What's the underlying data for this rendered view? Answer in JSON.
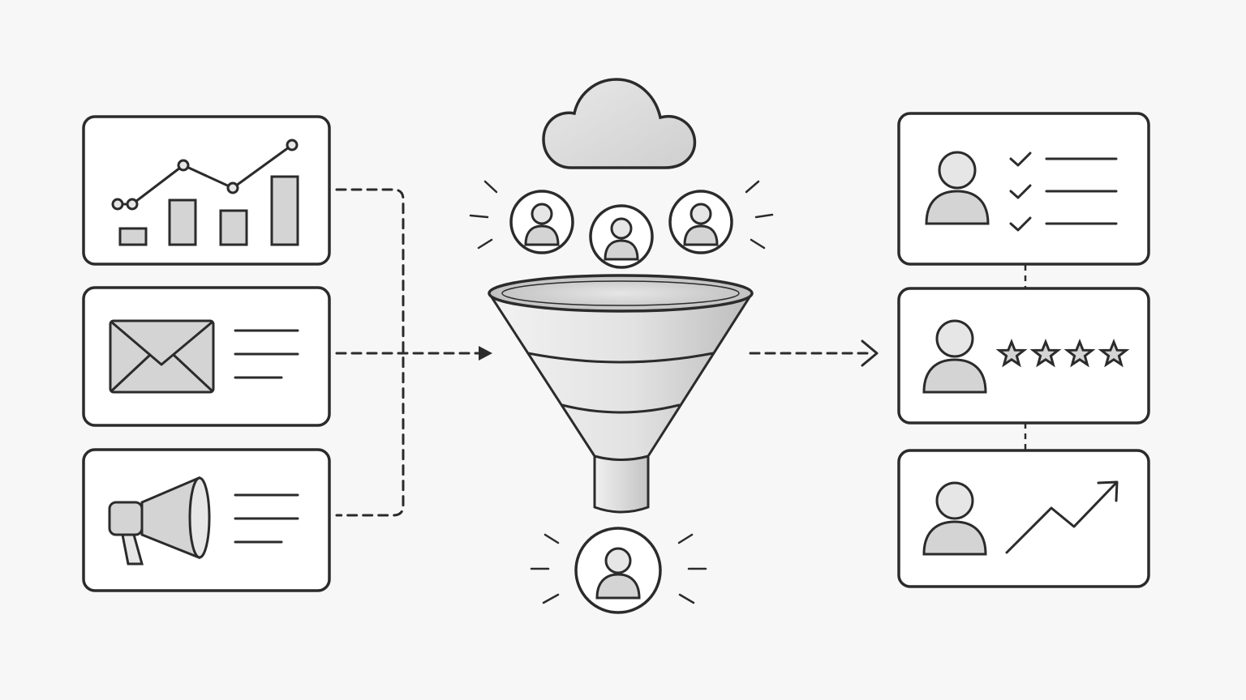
{
  "colors": {
    "background": "#f7f7f7",
    "ink": "#2b2b2b",
    "card_fill": "#ffffff",
    "shade": "#d4d4d4"
  },
  "inputs": [
    {
      "icon": "chart-icon"
    },
    {
      "icon": "envelope-icon"
    },
    {
      "icon": "megaphone-icon"
    }
  ],
  "funnel": {
    "top_icon": "cloud-icon",
    "input_people": 3,
    "output_people": 1
  },
  "outputs": [
    {
      "icon": "person-icon",
      "detail": "checklist-icon",
      "checked_items": 3
    },
    {
      "icon": "person-icon",
      "detail": "star-rating-icon",
      "stars": 4
    },
    {
      "icon": "person-icon",
      "detail": "trend-up-icon"
    }
  ]
}
